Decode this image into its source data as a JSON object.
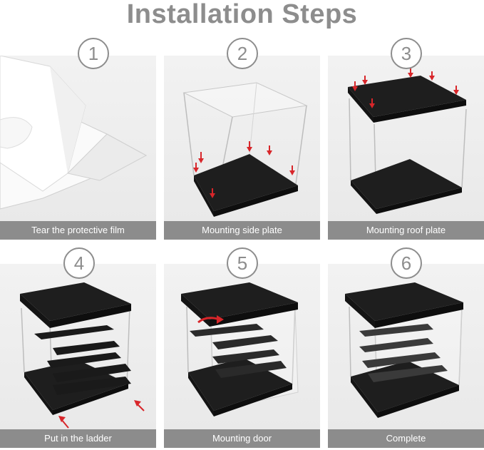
{
  "title": "Installation Steps",
  "steps": [
    {
      "number": "1",
      "caption": "Tear the protective film"
    },
    {
      "number": "2",
      "caption": "Mounting side plate"
    },
    {
      "number": "3",
      "caption": "Mounting roof plate"
    },
    {
      "number": "4",
      "caption": "Put in the ladder"
    },
    {
      "number": "5",
      "caption": "Mounting door"
    },
    {
      "number": "6",
      "caption": "Complete"
    }
  ],
  "colors": {
    "title": "#8d8d8d",
    "caption_bg": "#8c8c8c",
    "plate": "#1e1e1e",
    "arrow": "#d8262a"
  }
}
